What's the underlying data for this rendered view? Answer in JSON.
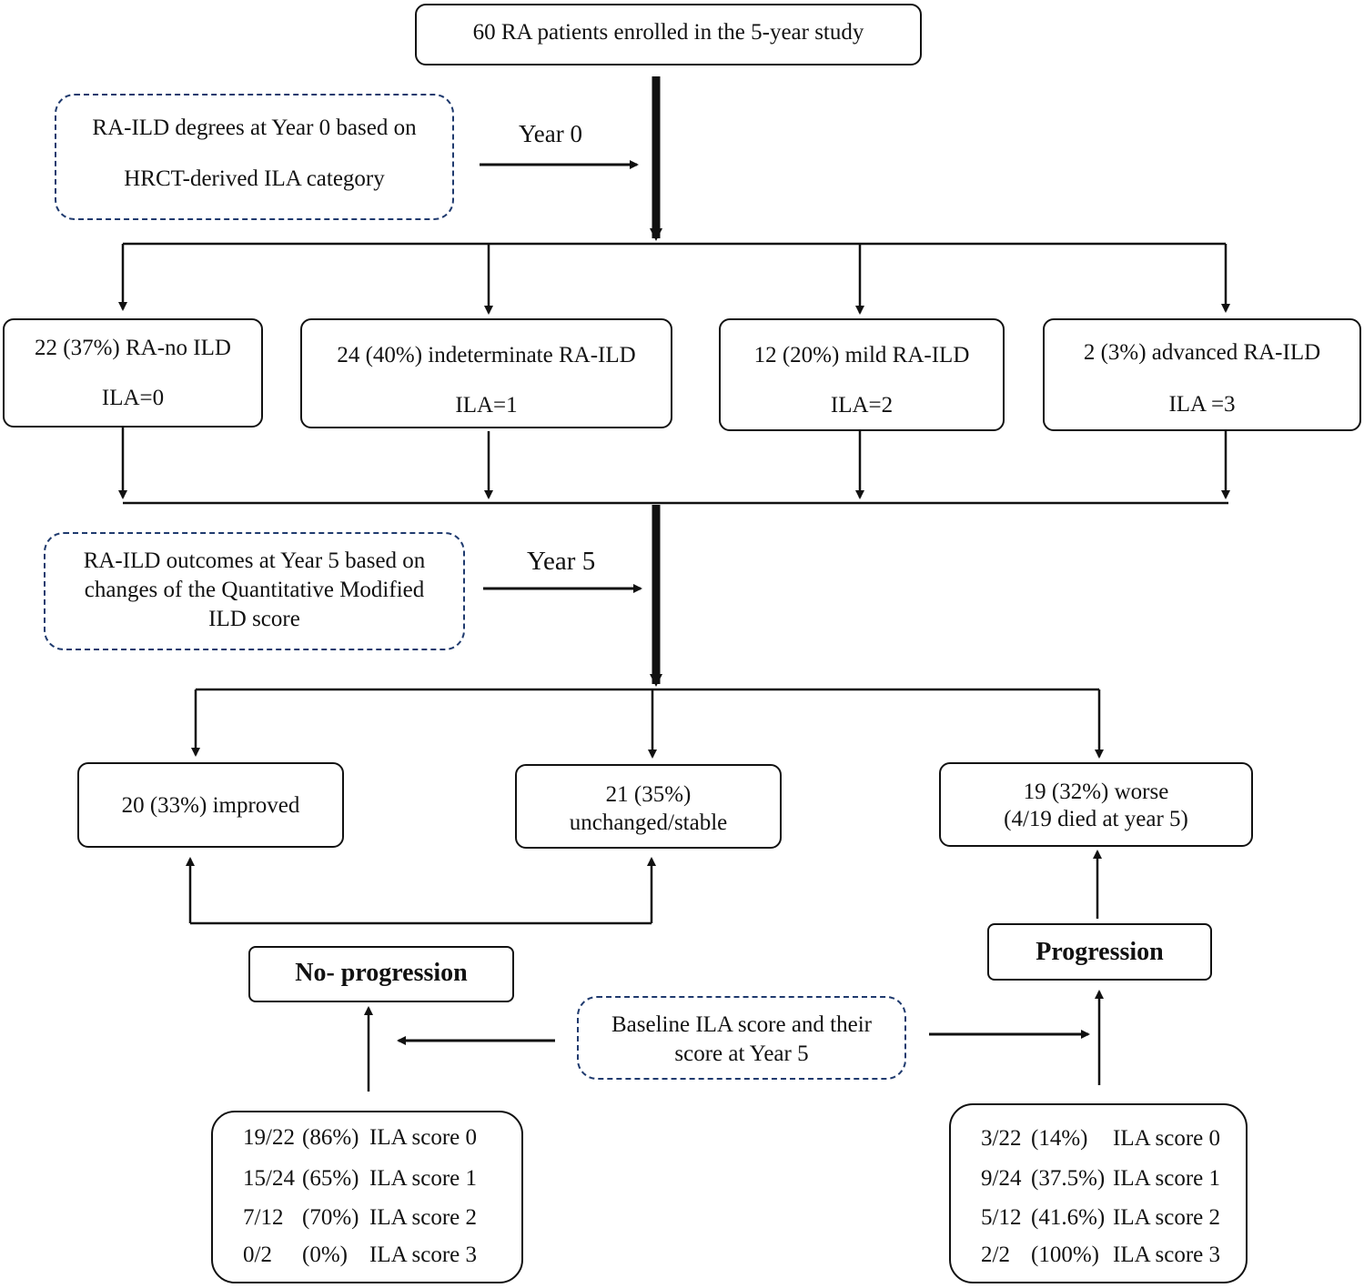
{
  "top": {
    "label": "60 RA patients enrolled in the 5-year study"
  },
  "baseline_note": {
    "line1": "RA-ILD degrees at Year 0 based on",
    "line2": "HRCT-derived ILA category"
  },
  "year0_label": "Year 0",
  "categories": [
    {
      "title": "22 (37%) RA-no ILD",
      "ila": "ILA=0"
    },
    {
      "title": "24 (40%) indeterminate RA-ILD",
      "ila": "ILA=1"
    },
    {
      "title": "12 (20%) mild RA-ILD",
      "ila": "ILA=2"
    },
    {
      "title": "2 (3%) advanced RA-ILD",
      "ila": "ILA =3"
    }
  ],
  "outcome_note": {
    "line1": "RA-ILD outcomes at Year 5 based on",
    "line2": "changes of the Quantitative Modified",
    "line3": "ILD score"
  },
  "year5_label": "Year 5",
  "outcomes": {
    "improved": "20 (33%) improved",
    "stable_line1": "21 (35%)",
    "stable_line2": "unchanged/stable",
    "worse_line1": "19 (32%) worse",
    "worse_line2": "(4/19 died at year 5)"
  },
  "no_progression_label": "No- progression",
  "progression_label": "Progression",
  "score_note": {
    "line1": "Baseline ILA score and their",
    "line2": "score at Year 5"
  },
  "no_progression_rows": [
    {
      "frac": "19/22",
      "pct": "(86%)",
      "score": "ILA score 0"
    },
    {
      "frac": "15/24",
      "pct": "(65%)",
      "score": "ILA score 1"
    },
    {
      "frac": "7/12",
      "pct": "(70%)",
      "score": "ILA score 2"
    },
    {
      "frac": "0/2",
      "pct": "(0%)",
      "score": "ILA score 3"
    }
  ],
  "progression_rows": [
    {
      "frac": "3/22",
      "pct": "(14%)",
      "score": "ILA score 0"
    },
    {
      "frac": "9/24",
      "pct": "(37.5%)",
      "score": "ILA score 1"
    },
    {
      "frac": "5/12",
      "pct": "(41.6%)",
      "score": "ILA score 2"
    },
    {
      "frac": "2/2",
      "pct": "(100%)",
      "score": "ILA score 3"
    }
  ]
}
